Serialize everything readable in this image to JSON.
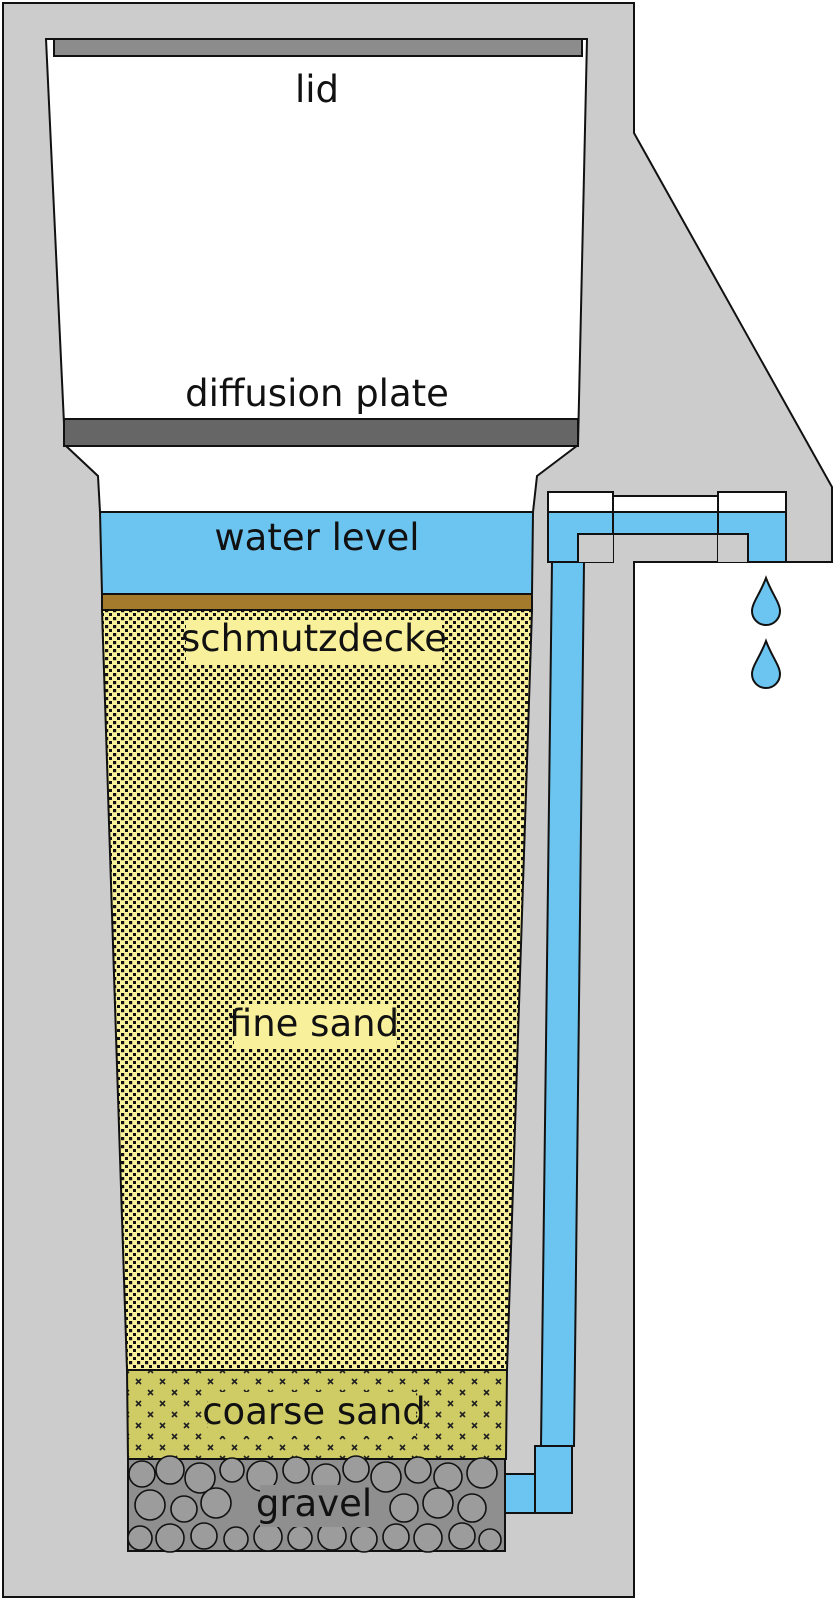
{
  "labels": {
    "lid": "lid",
    "diffusion_plate": "diffusion plate",
    "water_level": "water level",
    "schmutzdecke": "schmutzdecke",
    "fine_sand": "fine sand",
    "coarse_sand": "coarse sand",
    "gravel": "gravel"
  },
  "colors": {
    "housing": "#cccccc",
    "plate": "#8c8c8c",
    "diffusion_plate": "#666666",
    "water": "#6cc5f0",
    "schmutzdecke": "#a47a2c",
    "fine_sand": "#f8f09a",
    "coarse_sand": "#cfcc66",
    "gravel": "#8f8f8f",
    "stroke": "#111111"
  }
}
